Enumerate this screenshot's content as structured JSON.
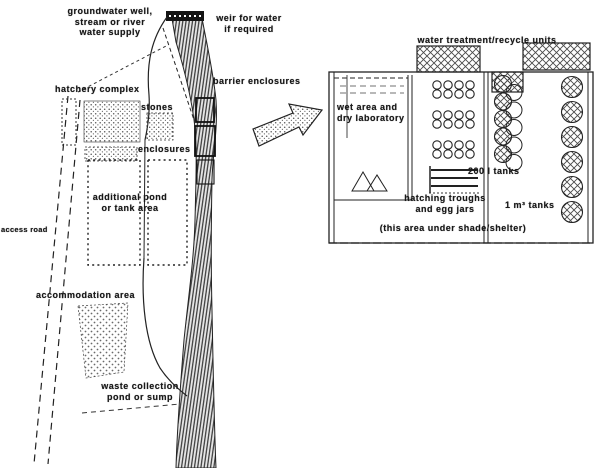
{
  "site_plan": {
    "groundwater_label": "groundwater well,\nstream or river\nwater supply",
    "weir_label": "weir for water\nif required",
    "barrier_label": "barrier enclosures",
    "hatchery_label": "hatchery complex",
    "stones_label": "stones",
    "enclosures_label": "enclosures",
    "additional_label": "additional pond\nor tank area",
    "access_road_label": "access road",
    "accommodation_label": "accommodation area",
    "waste_label": "waste collection\npond or sump"
  },
  "detail_plan": {
    "water_treatment_label": "water treatment/recycle units",
    "wet_area_label": "wet area and\ndry laboratory",
    "tanks_200_label": "200 l tanks",
    "hatching_label": "hatching troughs\nand egg jars",
    "tanks_1m_label": "1 m³ tanks",
    "shade_label": "(this area under shade/shelter)"
  },
  "colors": {
    "ink": "#1b1b1b",
    "paper": "#ffffff"
  }
}
